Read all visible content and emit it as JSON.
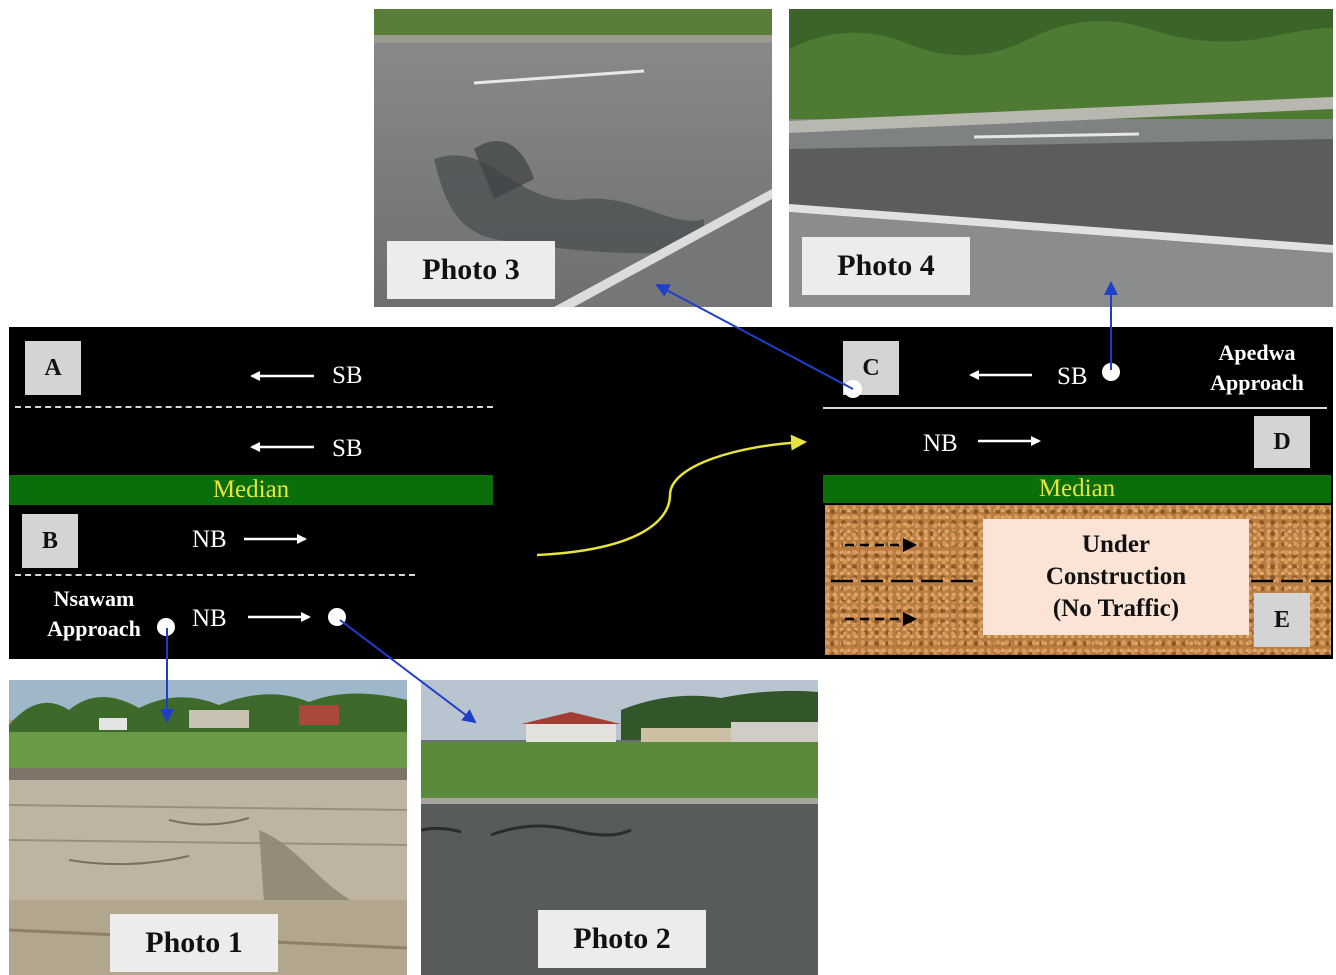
{
  "photos": {
    "photo1": {
      "label": "Photo 1"
    },
    "photo2": {
      "label": "Photo 2"
    },
    "photo3": {
      "label": "Photo 3"
    },
    "photo4": {
      "label": "Photo 4"
    }
  },
  "sections": {
    "a": "A",
    "b": "B",
    "c": "C",
    "d": "D",
    "e": "E"
  },
  "lanes": {
    "left_sb_1": "SB",
    "left_sb_2": "SB",
    "left_nb_1": "NB",
    "left_nb_2": "NB",
    "right_sb": "SB",
    "right_nb": "NB"
  },
  "medians": {
    "left": "Median",
    "right": "Median"
  },
  "approaches": {
    "nsawam": [
      "Nsawam",
      "Approach"
    ],
    "apedwa": [
      "Apedwa",
      "Approach"
    ]
  },
  "construction": [
    "Under",
    "Construction",
    "(No Traffic)"
  ],
  "colors": {
    "road_background": "#000000",
    "median_fill": "#0a6f0a",
    "median_text": "#e7e43f",
    "connector_curve": "#e7e43f",
    "pointer_arrows": "#1f3fc9",
    "construction_label_fill": "#fbe3d6"
  }
}
